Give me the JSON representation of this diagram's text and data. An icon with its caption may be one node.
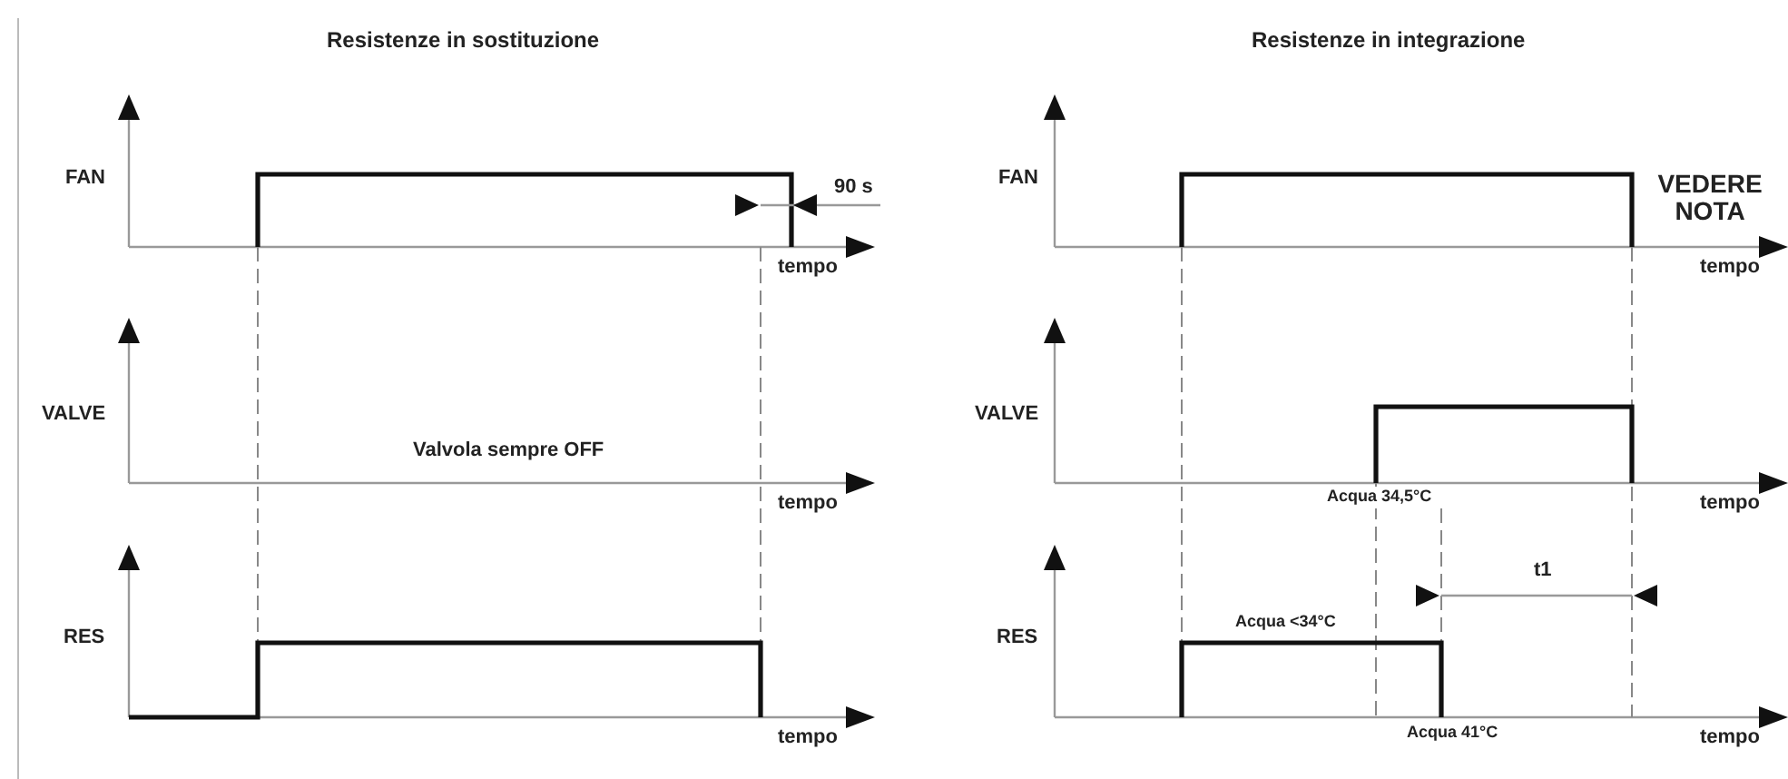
{
  "diagram": {
    "labels": [
      "Resistenze in sostituzione",
      "FAN",
      "90 s",
      "tempo",
      "VALVE",
      "Valvola sempre OFF",
      "tempo",
      "RES",
      "tempo",
      "Resistenze in integrazione",
      "FAN",
      "VEDERE NOTA",
      "tempo",
      "VALVE",
      "Acqua 34,5°C",
      "tempo",
      "t1",
      "Acqua <34°C",
      "RES",
      "Acqua 41°C",
      "tempo"
    ]
  }
}
